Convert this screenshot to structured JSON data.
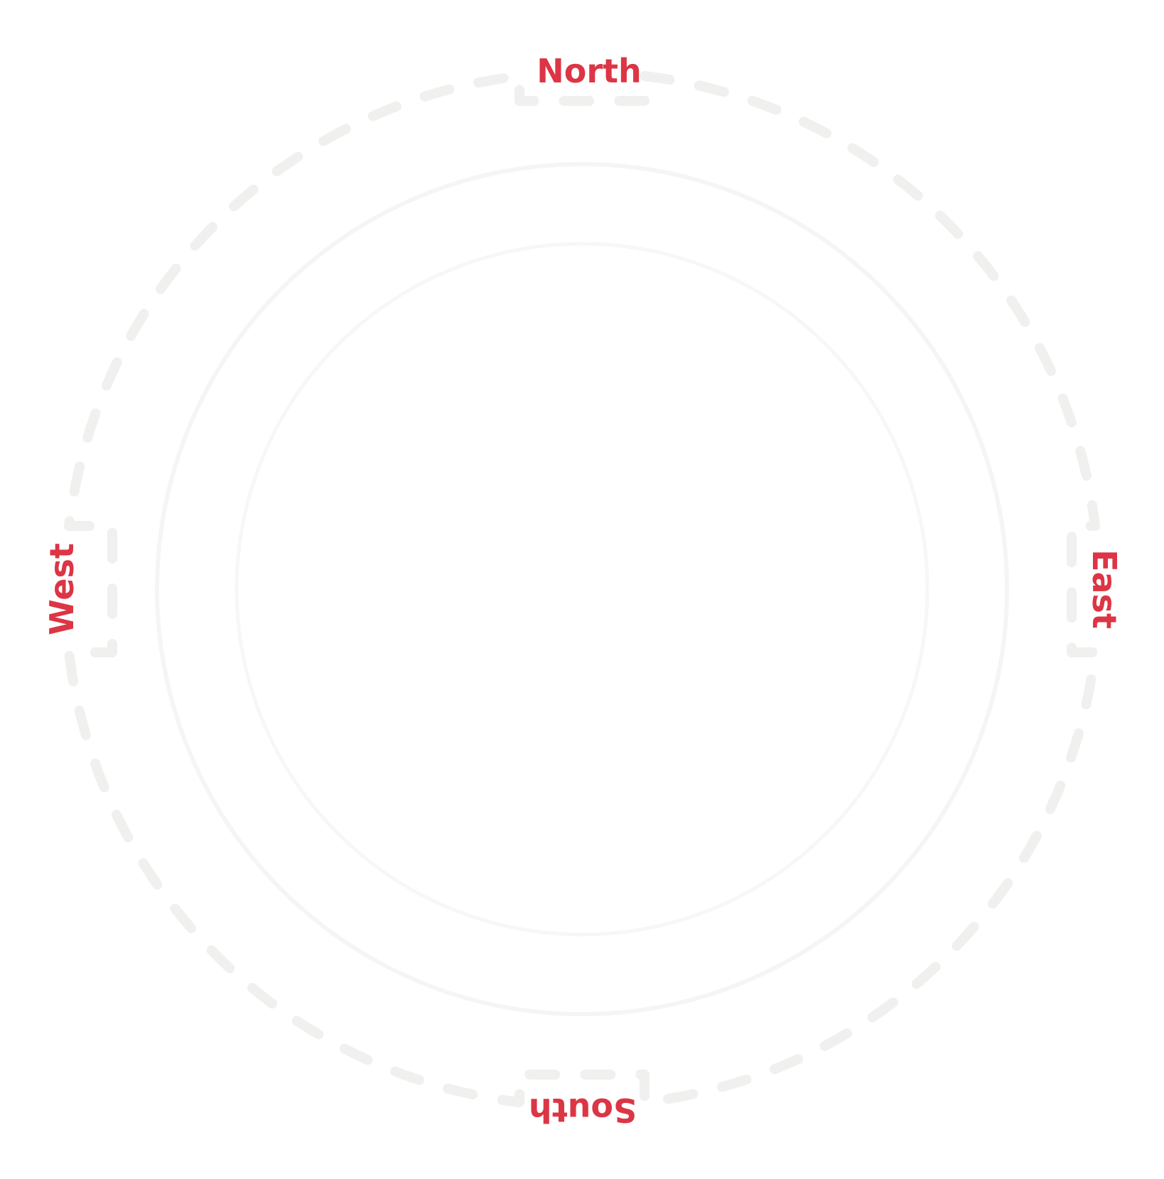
{
  "compass": {
    "directions": {
      "north": "North",
      "east": "East",
      "south": "South",
      "west": "West"
    },
    "colors": {
      "label": "#dc3545",
      "outer_dashed_ring": "#f0f0ef",
      "middle_ring": "#f5f5f5",
      "inner_ring": "#f7f7f7",
      "background": "#ffffff"
    }
  }
}
